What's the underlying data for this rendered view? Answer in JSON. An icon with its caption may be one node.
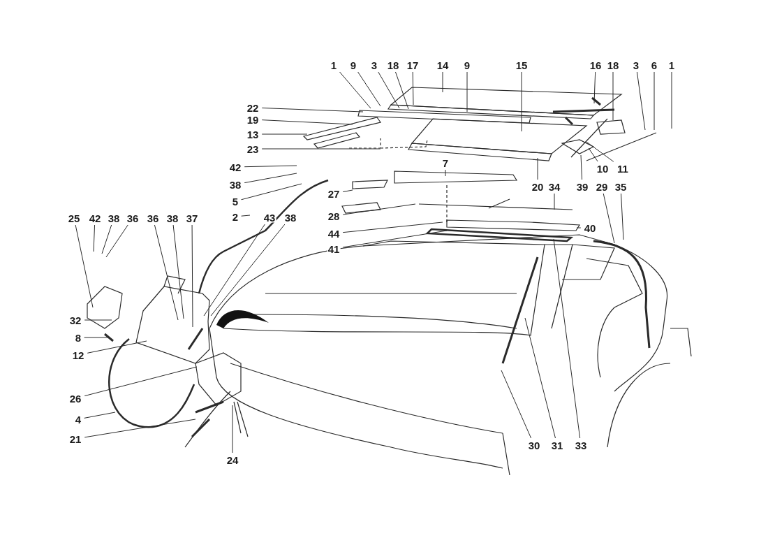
{
  "diagram": {
    "nodes": [
      {
        "text": [
          "1"
        ]
      },
      {
        "text": [
          "9"
        ]
      },
      {
        "text": [
          "3"
        ]
      },
      {
        "text": [
          "18"
        ]
      },
      {
        "text": [
          "17"
        ]
      },
      {
        "text": [
          "14"
        ]
      },
      {
        "text": [
          "9"
        ]
      },
      {
        "text": [
          "15"
        ]
      },
      {
        "text": [
          "16"
        ]
      },
      {
        "text": [
          "18"
        ]
      },
      {
        "text": [
          "3"
        ]
      },
      {
        "text": [
          "6"
        ]
      },
      {
        "text": [
          "1"
        ]
      },
      {
        "text": [
          "22"
        ]
      },
      {
        "text": [
          "19"
        ]
      },
      {
        "text": [
          "13"
        ]
      },
      {
        "text": [
          "23"
        ]
      },
      {
        "text": [
          "42"
        ]
      },
      {
        "text": [
          "38"
        ]
      },
      {
        "text": [
          "5"
        ]
      },
      {
        "text": [
          "2"
        ]
      },
      {
        "text": [
          "7"
        ]
      },
      {
        "text": [
          "20"
        ]
      },
      {
        "text": [
          "39"
        ]
      },
      {
        "text": [
          "29"
        ]
      },
      {
        "text": [
          "35"
        ]
      },
      {
        "text": [
          "10"
        ]
      },
      {
        "text": [
          "11"
        ]
      },
      {
        "text": [
          "34"
        ]
      },
      {
        "text": [
          "27"
        ]
      },
      {
        "text": [
          "28"
        ]
      },
      {
        "text": [
          "44"
        ]
      },
      {
        "text": [
          "41"
        ]
      },
      {
        "text": [
          "40"
        ]
      },
      {
        "text": [
          "25"
        ]
      },
      {
        "text": [
          "42"
        ]
      },
      {
        "text": [
          "38"
        ]
      },
      {
        "text": [
          "36"
        ]
      },
      {
        "text": [
          "36"
        ]
      },
      {
        "text": [
          "38"
        ]
      },
      {
        "text": [
          "37"
        ]
      },
      {
        "text": [
          "43"
        ]
      },
      {
        "text": [
          "38"
        ]
      },
      {
        "text": [
          "32"
        ]
      },
      {
        "text": [
          "8"
        ]
      },
      {
        "text": [
          "12"
        ]
      },
      {
        "text": [
          "26"
        ]
      },
      {
        "text": [
          "4"
        ]
      },
      {
        "text": [
          "21"
        ]
      },
      {
        "text": [
          "24"
        ]
      },
      {
        "text": [
          "30"
        ]
      },
      {
        "text": [
          "31"
        ]
      },
      {
        "text": [
          "33"
        ]
      }
    ],
    "edges": [
      {
        "from": 0,
        "to": null,
        "arrow": "none"
      },
      {
        "from": 1,
        "to": null,
        "arrow": "none"
      },
      {
        "from": 2,
        "to": null,
        "arrow": "none"
      },
      {
        "from": 3,
        "to": null,
        "arrow": "none"
      },
      {
        "from": 4,
        "to": null,
        "arrow": "none"
      },
      {
        "from": 5,
        "to": null,
        "arrow": "none"
      },
      {
        "from": 6,
        "to": null,
        "arrow": "none"
      },
      {
        "from": 7,
        "to": null,
        "arrow": "none"
      },
      {
        "from": 8,
        "to": null,
        "arrow": "none"
      },
      {
        "from": 9,
        "to": null,
        "arrow": "none"
      },
      {
        "from": 10,
        "to": null,
        "arrow": "none"
      },
      {
        "from": 11,
        "to": null,
        "arrow": "none"
      },
      {
        "from": 12,
        "to": null,
        "arrow": "none"
      },
      {
        "from": 13,
        "to": null,
        "arrow": "none"
      },
      {
        "from": 14,
        "to": null,
        "arrow": "none"
      },
      {
        "from": 15,
        "to": null,
        "arrow": "none"
      },
      {
        "from": 16,
        "to": null,
        "arrow": "none"
      },
      {
        "from": 17,
        "to": null,
        "arrow": "none"
      },
      {
        "from": 18,
        "to": null,
        "arrow": "none"
      },
      {
        "from": 19,
        "to": null,
        "arrow": "none"
      },
      {
        "from": 20,
        "to": null,
        "arrow": "none"
      },
      {
        "from": 21,
        "to": null,
        "arrow": "none"
      },
      {
        "from": 22,
        "to": null,
        "arrow": "none"
      },
      {
        "from": 23,
        "to": null,
        "arrow": "none"
      },
      {
        "from": 24,
        "to": null,
        "arrow": "none"
      },
      {
        "from": 25,
        "to": null,
        "arrow": "none"
      },
      {
        "from": 26,
        "to": null,
        "arrow": "none"
      },
      {
        "from": 27,
        "to": null,
        "arrow": "none"
      },
      {
        "from": 28,
        "to": null,
        "arrow": "none"
      },
      {
        "from": 29,
        "to": null,
        "arrow": "none"
      },
      {
        "from": 30,
        "to": null,
        "arrow": "none"
      },
      {
        "from": 31,
        "to": null,
        "arrow": "none"
      },
      {
        "from": 32,
        "to": null,
        "arrow": "none"
      },
      {
        "from": 33,
        "to": null,
        "arrow": "none"
      },
      {
        "from": 34,
        "to": null,
        "arrow": "none"
      },
      {
        "from": 35,
        "to": null,
        "arrow": "none"
      },
      {
        "from": 36,
        "to": null,
        "arrow": "none"
      },
      {
        "from": 37,
        "to": null,
        "arrow": "none"
      },
      {
        "from": 38,
        "to": null,
        "arrow": "none"
      },
      {
        "from": 39,
        "to": null,
        "arrow": "none"
      },
      {
        "from": 40,
        "to": null,
        "arrow": "none"
      },
      {
        "from": 41,
        "to": null,
        "arrow": "none"
      },
      {
        "from": 42,
        "to": null,
        "arrow": "none"
      },
      {
        "from": 43,
        "to": null,
        "arrow": "none"
      },
      {
        "from": 44,
        "to": null,
        "arrow": "none"
      },
      {
        "from": 45,
        "to": null,
        "arrow": "none"
      },
      {
        "from": 46,
        "to": null,
        "arrow": "none"
      },
      {
        "from": 47,
        "to": null,
        "arrow": "none"
      },
      {
        "from": 48,
        "to": null,
        "arrow": "none"
      },
      {
        "from": 49,
        "to": null,
        "arrow": "none"
      },
      {
        "from": 50,
        "to": null,
        "arrow": "none"
      },
      {
        "from": 51,
        "to": null,
        "arrow": "none"
      },
      {
        "from": 52,
        "to": null,
        "arrow": "none"
      }
    ]
  }
}
